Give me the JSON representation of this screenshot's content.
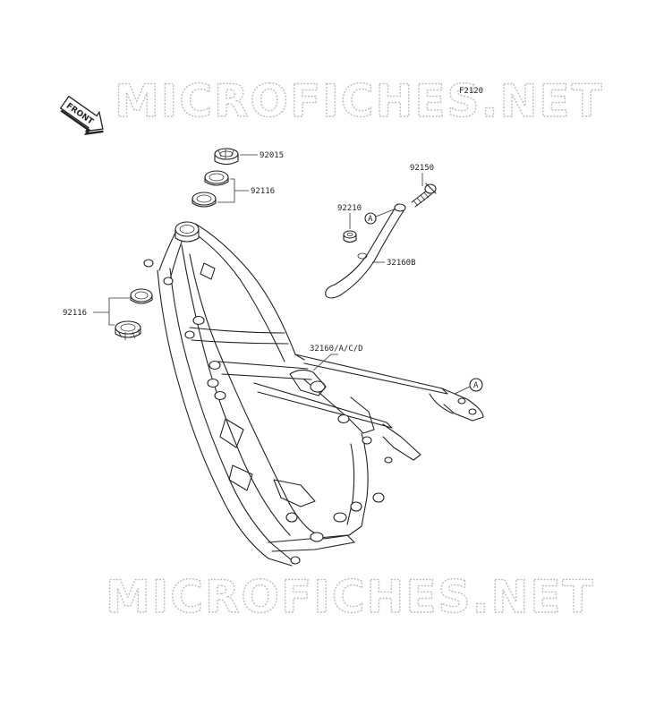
{
  "diagram_code": "F2120",
  "front_label": "FRONT",
  "watermark_text": "MICROFICHES.NET",
  "callouts": [
    {
      "id": "nut-92015",
      "label": "92015"
    },
    {
      "id": "race-92116-top",
      "label": "92116"
    },
    {
      "id": "bolt-92150",
      "label": "92150"
    },
    {
      "id": "nut-92210",
      "label": "92210"
    },
    {
      "id": "ref-a-sub",
      "label": "A"
    },
    {
      "id": "subframe-32160b",
      "label": "32160B"
    },
    {
      "id": "race-92116-left",
      "label": "92116"
    },
    {
      "id": "frame-32160",
      "label": "32160/A/C/D"
    },
    {
      "id": "ref-a-main",
      "label": "A"
    }
  ],
  "colors": {
    "line": "#222222",
    "watermark": "#bdbdbd",
    "background": "#ffffff"
  }
}
